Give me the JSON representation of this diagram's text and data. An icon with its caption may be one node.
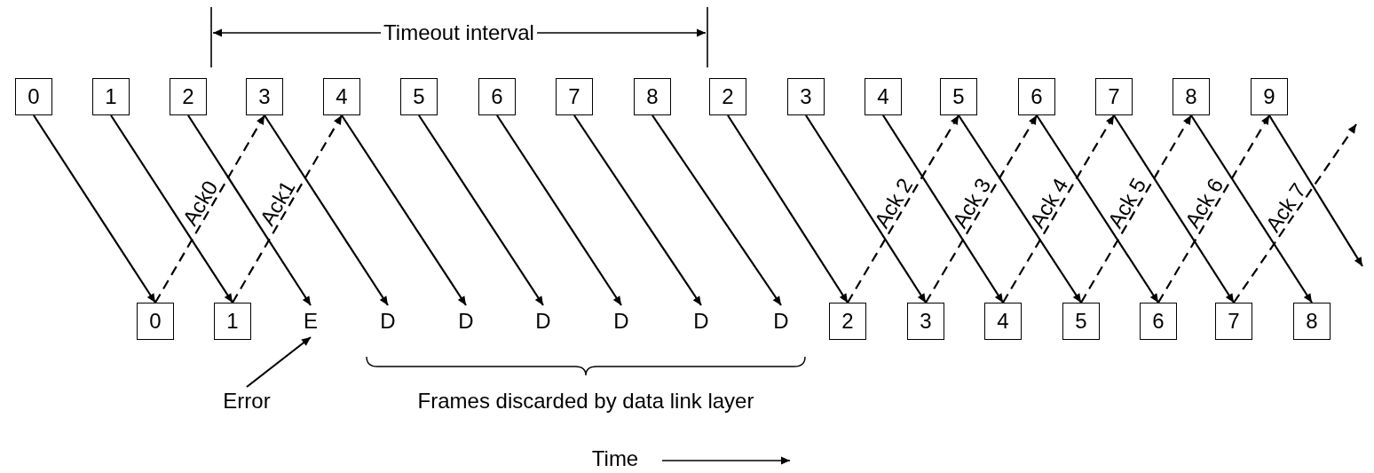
{
  "diagram": {
    "nodes": [
      {
        "text": [
          "0"
        ]
      },
      {
        "text": [
          "1"
        ]
      },
      {
        "text": [
          "2"
        ]
      },
      {
        "text": [
          "3"
        ]
      },
      {
        "text": [
          "4"
        ]
      },
      {
        "text": [
          "5"
        ]
      },
      {
        "text": [
          "6"
        ]
      },
      {
        "text": [
          "7"
        ]
      },
      {
        "text": [
          "8"
        ]
      },
      {
        "text": [
          "2"
        ]
      },
      {
        "text": [
          "3"
        ]
      },
      {
        "text": [
          "4"
        ]
      },
      {
        "text": [
          "5"
        ]
      },
      {
        "text": [
          "6"
        ]
      },
      {
        "text": [
          "7"
        ]
      },
      {
        "text": [
          "8"
        ]
      },
      {
        "text": [
          "9"
        ]
      },
      {
        "text": [
          "0"
        ]
      },
      {
        "text": [
          "1"
        ]
      },
      {
        "text": [
          "E"
        ]
      },
      {
        "text": [
          "D"
        ]
      },
      {
        "text": [
          "D"
        ]
      },
      {
        "text": [
          "D"
        ]
      },
      {
        "text": [
          "D"
        ]
      },
      {
        "text": [
          "D"
        ]
      },
      {
        "text": [
          "D"
        ]
      },
      {
        "text": [
          "2"
        ]
      },
      {
        "text": [
          "3"
        ]
      },
      {
        "text": [
          "4"
        ]
      },
      {
        "text": [
          "5"
        ]
      },
      {
        "text": [
          "6"
        ]
      },
      {
        "text": [
          "7"
        ]
      },
      {
        "text": [
          "8"
        ]
      },
      {
        "text": [
          "Error"
        ]
      }
    ],
    "edges": [
      {
        "from": 0,
        "to": 17,
        "arrow": "to"
      },
      {
        "from": 1,
        "to": 18,
        "arrow": "to"
      },
      {
        "from": 2,
        "to": 19,
        "arrow": "to"
      },
      {
        "from": 3,
        "to": 20,
        "arrow": "to"
      },
      {
        "from": 4,
        "to": 21,
        "arrow": "to"
      },
      {
        "from": 5,
        "to": 22,
        "arrow": "to"
      },
      {
        "from": 6,
        "to": 23,
        "arrow": "to"
      },
      {
        "from": 7,
        "to": 24,
        "arrow": "to"
      },
      {
        "from": 8,
        "to": 25,
        "arrow": "to"
      },
      {
        "from": 9,
        "to": 26,
        "arrow": "to"
      },
      {
        "from": 10,
        "to": 27,
        "arrow": "to"
      },
      {
        "from": 11,
        "to": 28,
        "arrow": "to"
      },
      {
        "from": 12,
        "to": 29,
        "arrow": "to"
      },
      {
        "from": 13,
        "to": 30,
        "arrow": "to"
      },
      {
        "from": 14,
        "to": 31,
        "arrow": "to"
      },
      {
        "from": 15,
        "to": 32,
        "arrow": "to"
      },
      {
        "from": 16,
        "to": null,
        "arrow": "to"
      },
      {
        "from": 17,
        "to": 3,
        "arrow": "to",
        "label": "Ack0",
        "style": "dashed"
      },
      {
        "from": 18,
        "to": 4,
        "arrow": "to",
        "label": "Ack1",
        "style": "dashed"
      },
      {
        "from": 26,
        "to": 12,
        "arrow": "to",
        "label": "Ack 2",
        "style": "dashed"
      },
      {
        "from": 27,
        "to": 13,
        "arrow": "to",
        "label": "Ack 3",
        "style": "dashed"
      },
      {
        "from": 28,
        "to": 14,
        "arrow": "to",
        "label": "Ack 4",
        "style": "dashed"
      },
      {
        "from": 29,
        "to": 15,
        "arrow": "to",
        "label": "Ack 5",
        "style": "dashed"
      },
      {
        "from": 30,
        "to": 16,
        "arrow": "to",
        "label": "Ack 6",
        "style": "dashed"
      },
      {
        "from": 31,
        "to": null,
        "arrow": "to",
        "label": "Ack 7",
        "style": "dashed"
      },
      {
        "from": 33,
        "to": 19,
        "arrow": "to"
      }
    ],
    "labels": [
      "Timeout interval",
      "Frames discarded by data link layer",
      "Time"
    ]
  }
}
